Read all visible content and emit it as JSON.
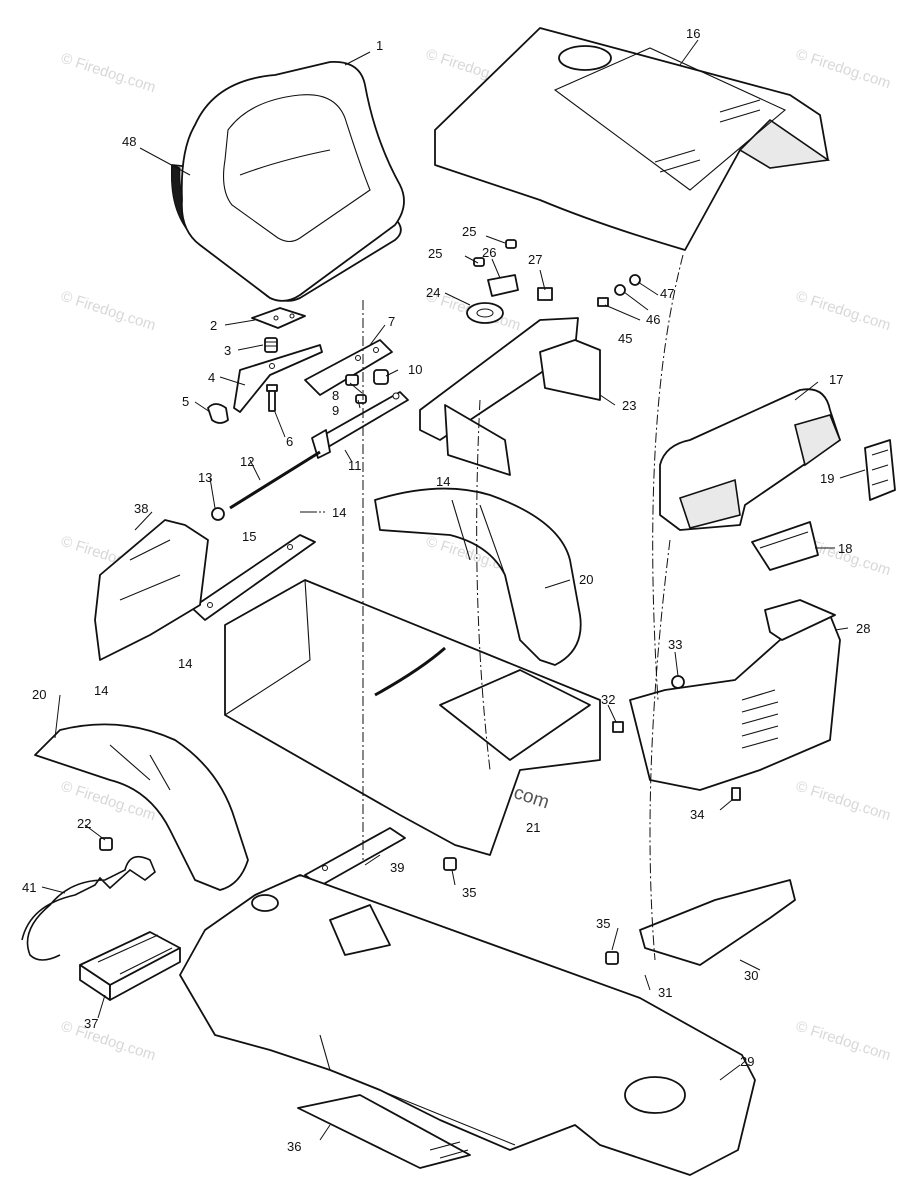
{
  "watermark": {
    "text": "© Firedog.com"
  },
  "callouts": {
    "p1": "1",
    "p2": "2",
    "p3": "3",
    "p4": "4",
    "p5": "5",
    "p6": "6",
    "p7": "7",
    "p8": "8",
    "p9": "9",
    "p10": "10",
    "p11": "11",
    "p12": "12",
    "p13": "13",
    "p14a": "14",
    "p14b": "14",
    "p14c": "14",
    "p14d": "14",
    "p15": "15",
    "p16": "16",
    "p17": "17",
    "p18": "18",
    "p19": "19",
    "p20a": "20",
    "p20b": "20",
    "p21": "21",
    "p22": "22",
    "p23": "23",
    "p24": "24",
    "p25a": "25",
    "p25b": "25",
    "p26": "26",
    "p27": "27",
    "p28": "28",
    "p29": "29",
    "p30": "30",
    "p31": "31",
    "p32": "32",
    "p33": "33",
    "p34": "34",
    "p35a": "35",
    "p35b": "35",
    "p36": "36",
    "p37": "37",
    "p38": "38",
    "p39": "39",
    "p41": "41",
    "p45": "45",
    "p46": "46",
    "p47": "47",
    "p48": "48"
  }
}
